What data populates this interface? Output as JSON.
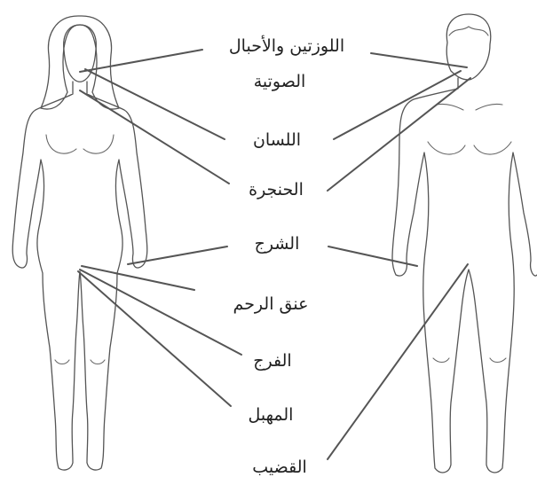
{
  "labels": {
    "tonsils": "اللوزتين والأحبال",
    "tonsils_line2": "الصوتية",
    "tongue": "اللسان",
    "larynx": "الحنجرة",
    "anus": "الشرج",
    "cervix": "عنق الرحم",
    "vulva": "الفرج",
    "vagina": "المهبل",
    "penis": "القضيب"
  }
}
